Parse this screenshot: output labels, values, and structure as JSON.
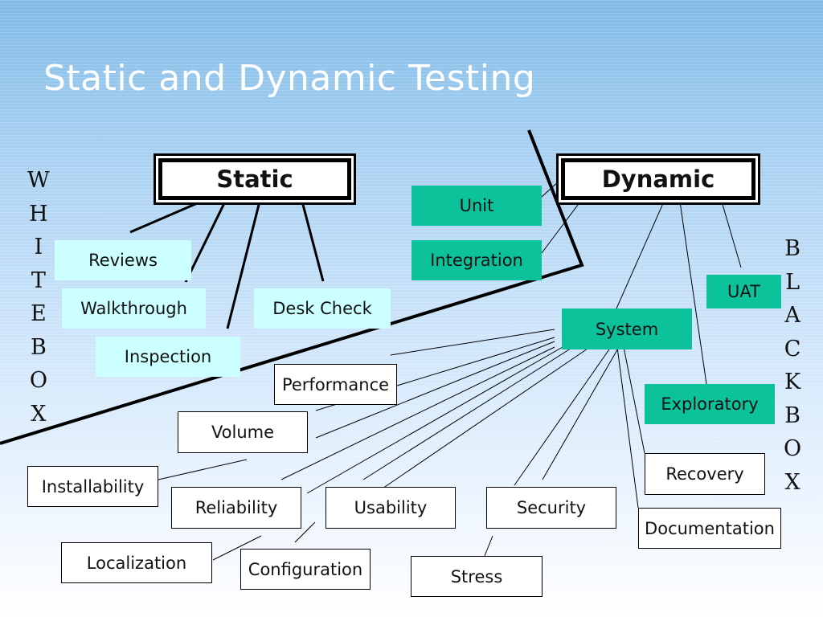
{
  "title": "Static and Dynamic Testing",
  "white_box": [
    "W",
    "H",
    "I",
    "T",
    "E",
    "B",
    "O",
    "X"
  ],
  "black_box": [
    "B",
    "L",
    "A",
    "C",
    "K",
    "B",
    "O",
    "X"
  ],
  "static": {
    "header": "Static",
    "items": [
      "Reviews",
      "Walkthrough",
      "Inspection",
      "Desk Check"
    ]
  },
  "dynamic": {
    "header": "Dynamic",
    "left_items": [
      "Unit",
      "Integration"
    ],
    "right_items": [
      "UAT",
      "System",
      "Exploratory"
    ]
  },
  "system_types": [
    "Performance",
    "Volume",
    "Installability",
    "Reliability",
    "Usability",
    "Security",
    "Recovery",
    "Documentation",
    "Localization",
    "Configuration",
    "Stress"
  ],
  "colors": {
    "light_box": "#ccffff",
    "teal_box": "#0bc29b",
    "title": "#ffffff"
  }
}
